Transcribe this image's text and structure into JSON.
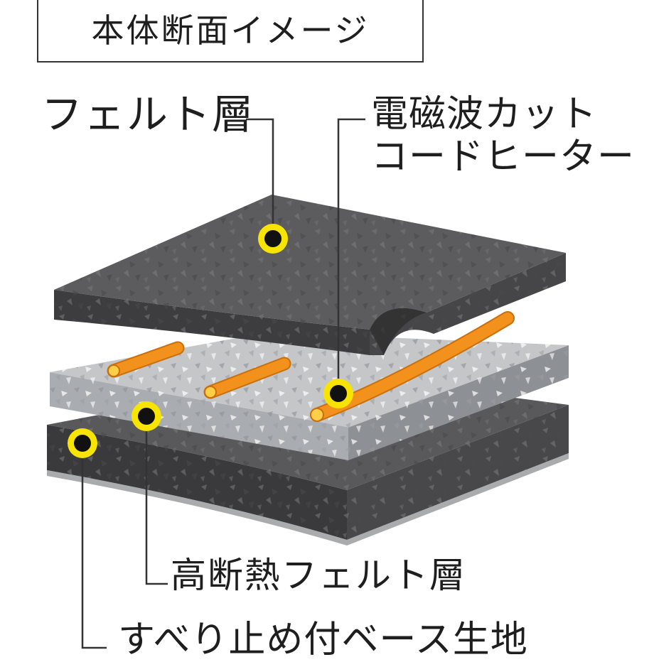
{
  "title": "本体断面イメージ",
  "labels": {
    "felt_layer": "フェルト層",
    "heater_line1": "電磁波カット",
    "heater_line2": "コードヒーター",
    "insulation_layer": "高断熱フェルト層",
    "base_fabric": "すべり止め付ベース生地"
  },
  "colors": {
    "top_layer": "#5c5c5e",
    "top_layer_edge": "#3d3d3f",
    "middle_layer": "#c4c6c8",
    "middle_layer_edge": "#8d9196",
    "heater_wire": "#f2921c",
    "heater_core": "#ffd24a",
    "bottom_layer": "#59595b",
    "bottom_layer_edge": "#3a3a3c",
    "marker_ring": "#f7e400",
    "marker_dot": "#111111",
    "leader_line": "#333333"
  }
}
